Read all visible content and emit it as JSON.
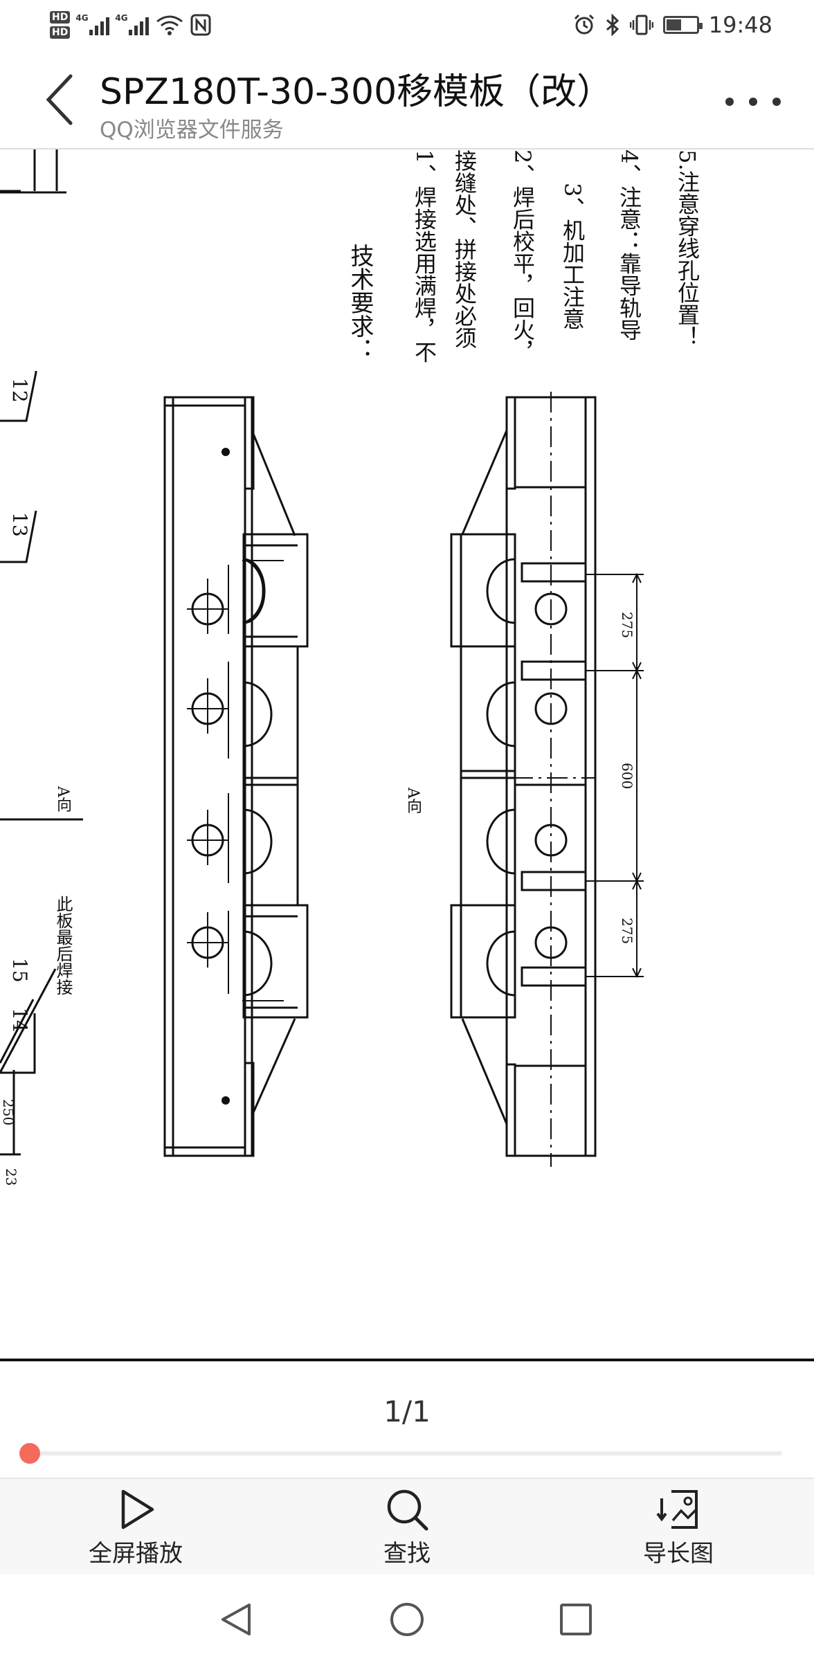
{
  "status_bar": {
    "hd1": "HD",
    "hd2": "HD",
    "net1": "4G",
    "net2": "4G",
    "battery_level": 0.45,
    "time": "19:48"
  },
  "header": {
    "title": "SPZ180T-30-300移模板（改）",
    "subtitle": "QQ浏览器文件服务"
  },
  "drawing": {
    "tech_title": "技术要求：",
    "tech_lines": [
      "1、焊接选用满焊，不",
      "接缝处、拼接处必须",
      "2、焊后校平，回火，",
      "3、机加工注意",
      "4、注意：靠导轨导",
      "5.注意穿线孔位置！"
    ],
    "view_label_left": "A向",
    "view_label_right": "A向",
    "callouts": [
      "12",
      "13",
      "15",
      "14"
    ],
    "note_last_weld": "此板最后焊接",
    "dim_left_250": "250",
    "dim_left_23": "23",
    "dims_right": [
      "275",
      "600",
      "275"
    ]
  },
  "pager": {
    "page_indicator": "1/1",
    "progress": 0.0
  },
  "toolbar": {
    "fullscreen_label": "全屏播放",
    "search_label": "查找",
    "export_label": "导长图"
  },
  "colors": {
    "accent": "#f46b5b",
    "toolbar_bg": "#f7f7f7"
  }
}
